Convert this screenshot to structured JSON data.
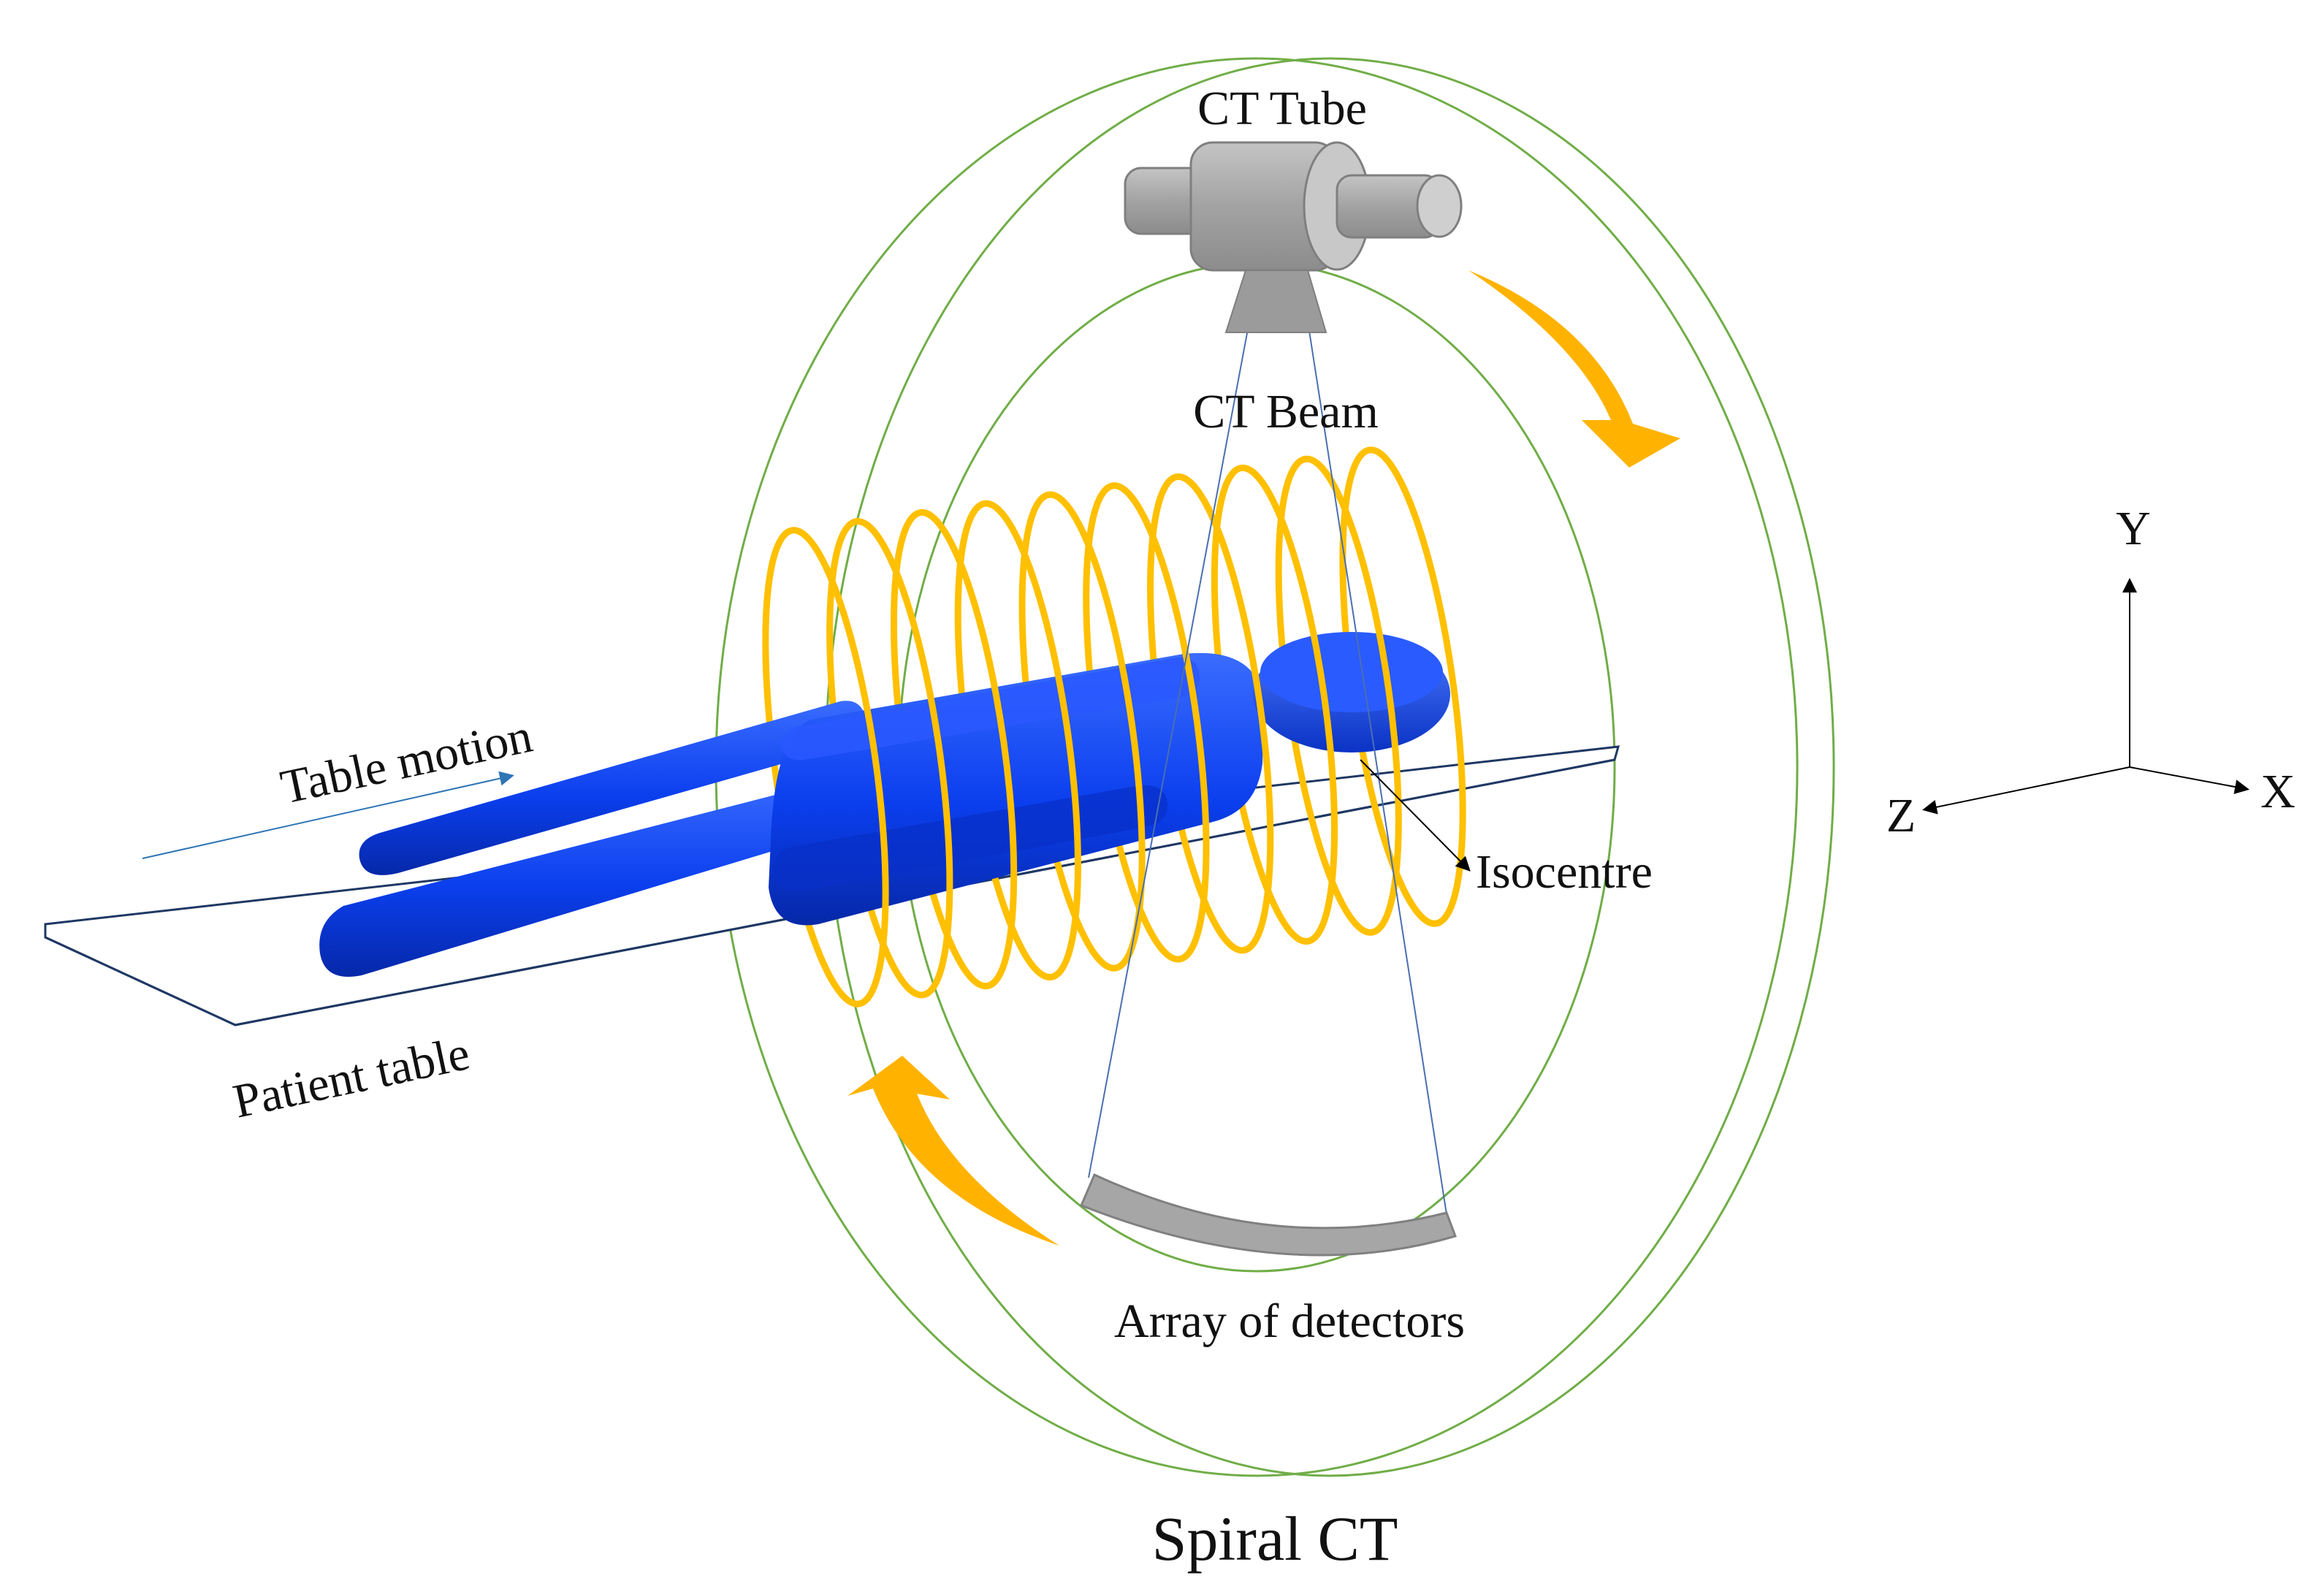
{
  "title": "Spiral CT",
  "labels": {
    "ct_tube": "CT Tube",
    "ct_beam": "CT Beam",
    "table_motion": "Table motion",
    "patient_table": "Patient table",
    "isocentre": "Isocentre",
    "array_of_detectors": "Array of detectors"
  },
  "axes": {
    "y": "Y",
    "z": "Z",
    "x": "X"
  },
  "colors": {
    "gantry_ring": "#70ad47",
    "helix": "#ffc000",
    "rotation_arrow": "#ffb300",
    "patient": "#0a3ff0",
    "tube": "#a6a6a6",
    "detector": "#a6a6a6",
    "table": "#1f3864",
    "table_motion_arrow": "#2e75b6"
  },
  "helix_loop_count": 10
}
